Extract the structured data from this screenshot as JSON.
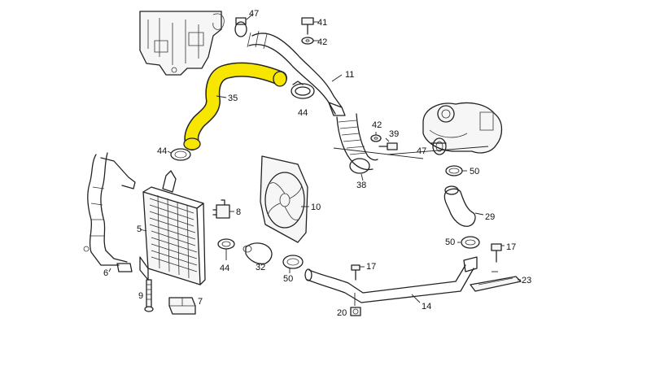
{
  "highlight_color": "#f7e600",
  "callouts": {
    "c47a": "47",
    "c41": "41",
    "c42a": "42",
    "c11": "11",
    "c35": "35",
    "c44a": "44",
    "c42b": "42",
    "c39": "39",
    "c47b": "47",
    "c44b": "44",
    "c38": "38",
    "c50a": "50",
    "c10": "10",
    "c5": "5",
    "c8": "8",
    "c29": "29",
    "c6": "6",
    "c44c": "44",
    "c32": "32",
    "c50b": "50",
    "c50c": "50",
    "c17a": "17",
    "c17b": "17",
    "c23": "23",
    "c9": "9",
    "c7": "7",
    "c14": "14",
    "c20": "20"
  }
}
